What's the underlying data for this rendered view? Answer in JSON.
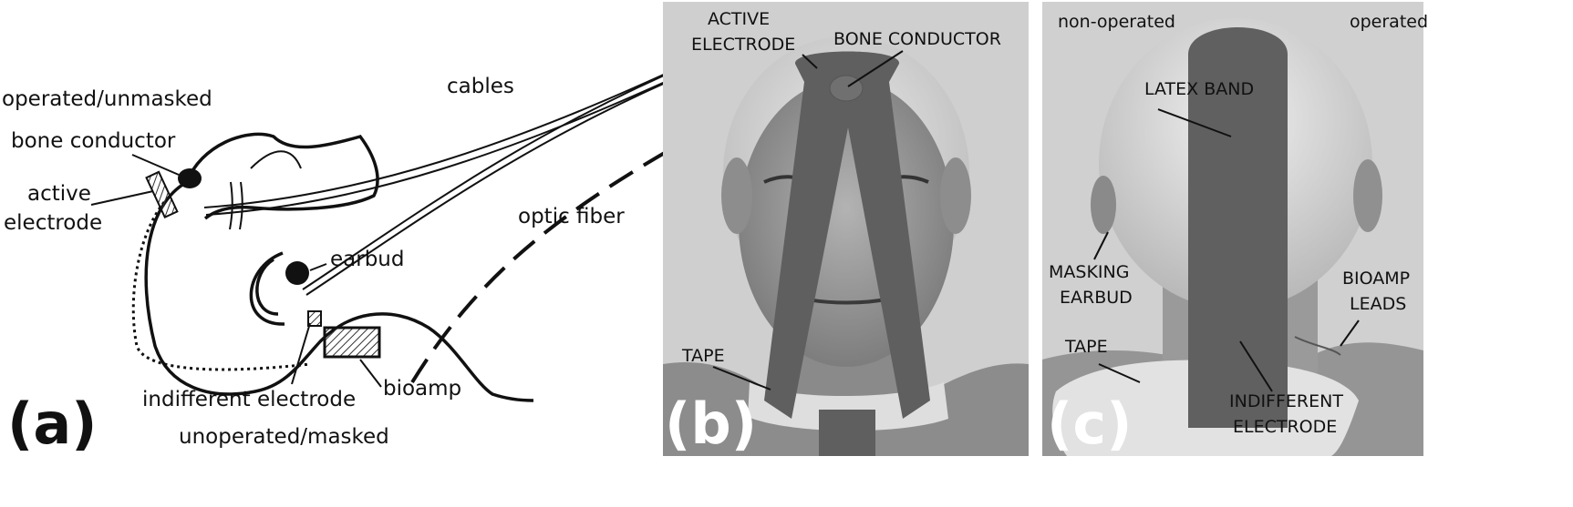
{
  "panel_a": {
    "letter": "(a)",
    "labels": {
      "operated": "operated/unmasked",
      "bone_conductor": "bone conductor",
      "active_electrode_1": "active",
      "active_electrode_2": "electrode",
      "cables": "cables",
      "optic_fiber": "optic fiber",
      "earbud": "earbud",
      "indifferent_electrode": "indifferent electrode",
      "bioamp": "bioamp",
      "unoperated": "unoperated/masked"
    }
  },
  "panel_b": {
    "letter": "(b)",
    "labels": {
      "active_1": "ACTIVE",
      "active_2": "ELECTRODE",
      "bone_conductor": "BONE CONDUCTOR",
      "tape": "TAPE"
    }
  },
  "panel_c": {
    "letter": "(c)",
    "labels": {
      "non_operated": "non-operated",
      "operated": "operated",
      "latex_band": "LATEX BAND",
      "masking_1": "MASKING",
      "masking_2": "EARBUD",
      "bioamp_1": "BIOAMP",
      "bioamp_2": "LEADS",
      "tape": "TAPE",
      "indifferent_1": "INDIFFERENT",
      "indifferent_2": "ELECTRODE"
    }
  }
}
